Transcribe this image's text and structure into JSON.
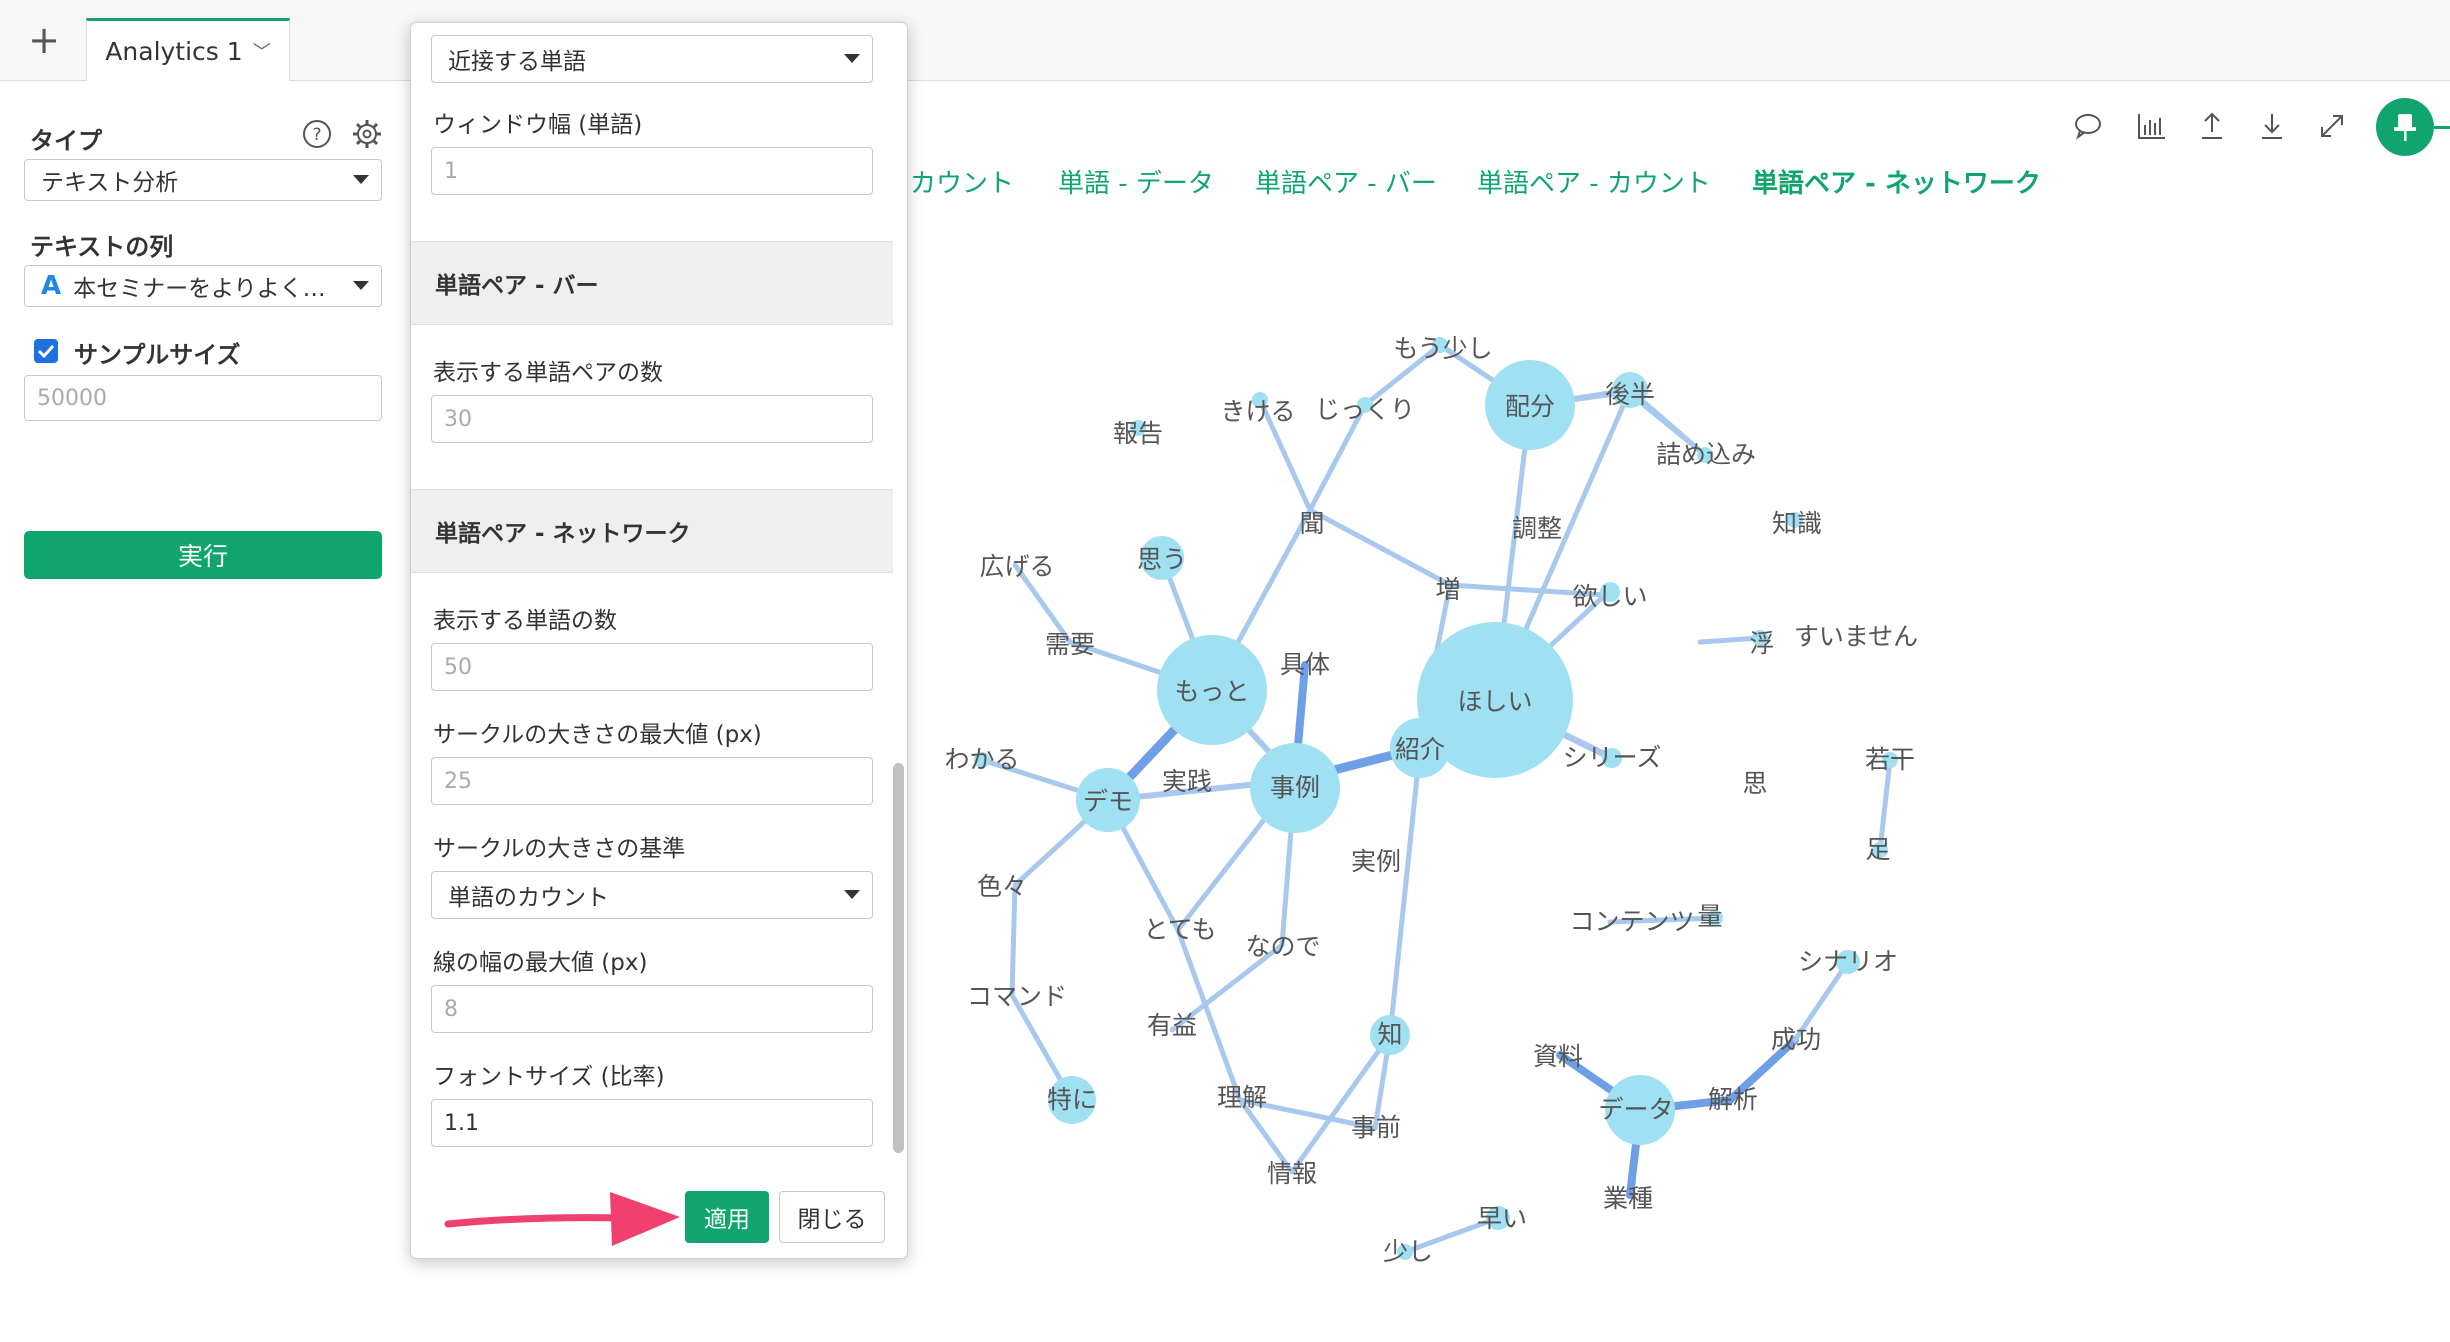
{
  "topbar": {
    "plus": "+",
    "tab_label": "Analytics 1",
    "tab_chevron": "﹀"
  },
  "left": {
    "type_label": "タイプ",
    "type_value": "テキスト分析",
    "text_col_label": "テキストの列",
    "text_col_icon": "A",
    "text_col_value": "本セミナーをよりよく…",
    "sample_label": "サンプルサイズ",
    "sample_value": "50000",
    "run_label": "実行"
  },
  "panel": {
    "top_select": "近接する単語",
    "window_label": "ウィンドウ幅 (単語)",
    "window_value": "1",
    "sec_bar": "単語ペア - バー",
    "pair_count_label": "表示する単語ペアの数",
    "pair_count_value": "30",
    "sec_network": "単語ペア - ネットワーク",
    "word_count_label": "表示する単語の数",
    "word_count_value": "50",
    "circle_max_label": "サークルの大きさの最大値 (px)",
    "circle_max_value": "25",
    "circle_basis_label": "サークルの大きさの基準",
    "circle_basis_value": "単語のカウント",
    "line_max_label": "線の幅の最大値 (px)",
    "line_max_value": "8",
    "font_ratio_label": "フォントサイズ (比率)",
    "font_ratio_value": "1.1",
    "apply_label": "適用",
    "close_label": "閉じる"
  },
  "graph_tabs": [
    "カウント",
    "単語 - データ",
    "単語ペア - バー",
    "単語ペア - カウント",
    "単語ペア - ネットワーク"
  ],
  "network_words": [
    "もう少し",
    "配分",
    "後半",
    "きける",
    "じっくり",
    "報告",
    "詰め込み",
    "聞",
    "調整",
    "知識",
    "広げる",
    "思う",
    "増",
    "欲しい",
    "需要",
    "浮",
    "すいません",
    "具体",
    "もっと",
    "ほしい",
    "紹介",
    "わかる",
    "シリーズ",
    "実践",
    "事例",
    "デモ",
    "若干",
    "思",
    "実例",
    "足",
    "色々",
    "とても",
    "なので",
    "コンテンツ",
    "量",
    "コマンド",
    "シナリオ",
    "有益",
    "知",
    "成功",
    "資料",
    "特に",
    "理解",
    "解析",
    "データ",
    "事前",
    "情報",
    "業種",
    "早い",
    "少し"
  ],
  "colors": {
    "accent": "#10a56e",
    "node": "#9fe0f2",
    "edge": "#a8c8ee",
    "edge_strong": "#6f9fe6",
    "arrow": "#f0406e"
  }
}
